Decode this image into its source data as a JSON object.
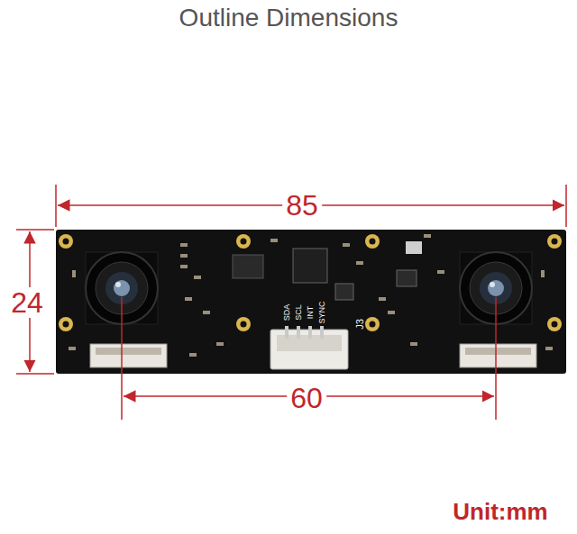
{
  "diagram": {
    "title": "Outline Dimensions",
    "labels": [
      "85",
      "24",
      "60",
      "SDA",
      "SCL",
      "INT",
      "SYNC",
      "J3",
      "Unit:mm"
    ]
  }
}
